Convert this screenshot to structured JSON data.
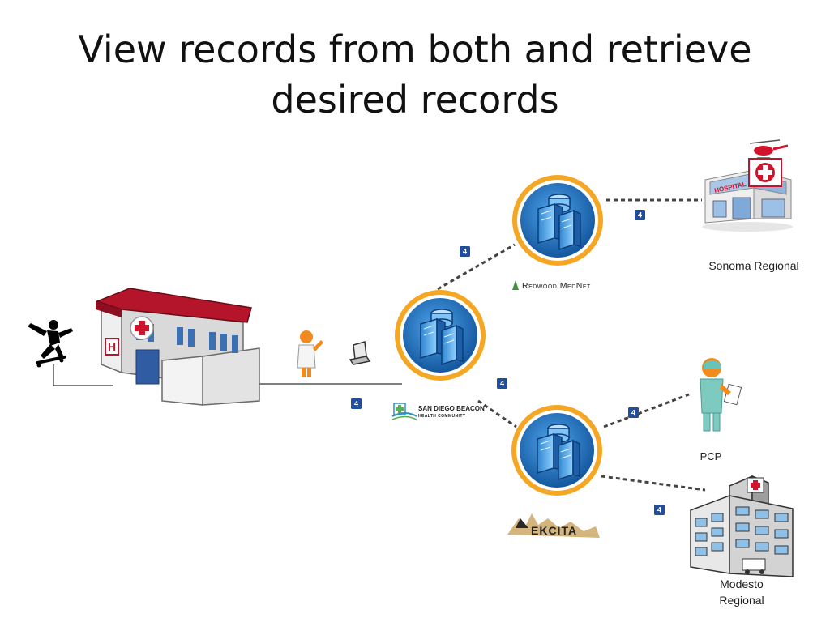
{
  "slide": {
    "title_line1": "View records from both and retrieve",
    "title_line2": "desired records"
  },
  "nodes": {
    "redwood_logo": "Redwood MedNet",
    "san_diego_logo_line1": "SAN DIEGO BEACON",
    "san_diego_logo_line2": "HEALTH COMMUNITY",
    "ekcita_logo": "EKCITA",
    "sonoma_label": "Sonoma Regional",
    "hospital_sign": "HOSPITAL",
    "pcp_label": "PCP",
    "modesto_label_line1": "Modesto",
    "modesto_label_line2": "Regional"
  },
  "step_badges": [
    "4",
    "4",
    "4",
    "4",
    "4",
    "4"
  ],
  "colors": {
    "badge": "#1f4e9c",
    "hub_ring": "#f29a1f",
    "hub_fill": "#1e79c9",
    "server": "#4aa3e6",
    "roof": "#b5152b",
    "link": "#444444"
  }
}
